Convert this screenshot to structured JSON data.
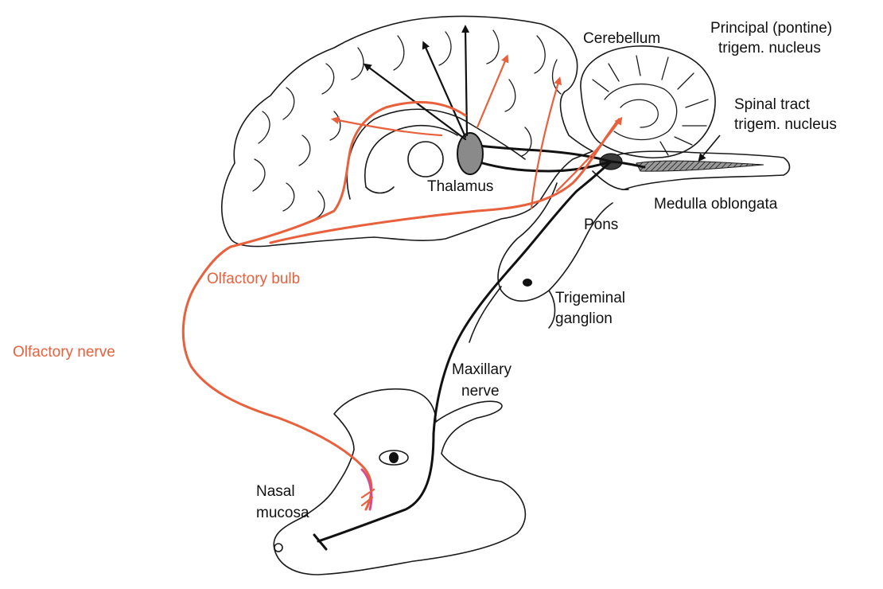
{
  "labels": {
    "cerebellum": "Cerebellum",
    "principal_line1": "Principal (pontine)",
    "principal_line2": "trigem. nucleus",
    "spinal_line1": "Spinal tract",
    "spinal_line2": "trigem. nucleus",
    "thalamus": "Thalamus",
    "medulla": "Medulla oblongata",
    "pons": "Pons",
    "olfactory_bulb": "Olfactory bulb",
    "olfactory_nerve": "Olfactory nerve",
    "trigeminal_line1": "Trigeminal",
    "trigeminal_line2": "ganglion",
    "maxillary_line1": "Maxillary",
    "maxillary_line2": "nerve",
    "nasal_line1": "Nasal",
    "nasal_line2": "mucosa"
  },
  "colors": {
    "olfactory_pathway": "#e8603c",
    "trigeminal_pathway": "#111111",
    "outline": "#1a1a1a",
    "nucleus_fill": "#808080"
  }
}
